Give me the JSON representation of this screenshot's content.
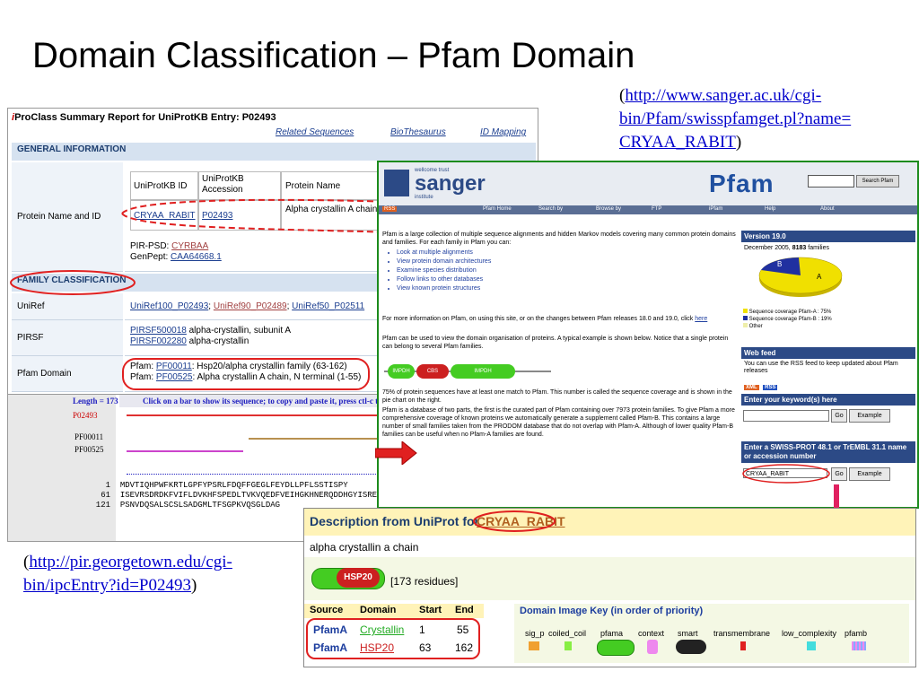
{
  "slide": {
    "title": "Domain Classification – Pfam Domain",
    "left_caption_url": "http://pir.georgetown.edu/cgi-bin/ipcEntry?id=P02493",
    "right_caption_url": "http://www.sanger.ac.uk/cgi-bin/Pfam/swisspfamget.pl?name=CRYAA_RABIT",
    "left_caption_line1": "http://pir.georgetown.edu/cgi-",
    "left_caption_line2": "bin/ipcEntry?id=P02493",
    "right_caption_line1": "http://www.sanger.ac.uk/cgi-",
    "right_caption_line2": "bin/Pfam/swisspfamget.pl?name=",
    "right_caption_line3": "CRYAA_RABIT",
    "paren_open": "(",
    "paren_close": ")"
  },
  "iproclass": {
    "title_i": "i",
    "title_rest": "ProClass Summary Report for UniProtKB Entry: P02493",
    "links": [
      "Related Sequences",
      "BioThesaurus",
      "ID Mapping"
    ],
    "general_info": "GENERAL INFORMATION",
    "protein_name_label": "Protein Name and ID",
    "col_uniprot_id": "UniProtKB ID",
    "col_accession": "UniProtKB Accession",
    "col_protein_name": "Protein Name",
    "uniprot_id": "CRYAA_RABIT",
    "accession": "P02493",
    "protein_name": "Alpha crystallin A chain chain, short form]",
    "pir_psd_label": "PIR-PSD:",
    "pir_psd": "CYRBAA",
    "genpept_label": "GenPept:",
    "genpept": "CAA64668.1",
    "family_classification": "FAMILY CLASSIFICATION",
    "uniref_label": "UniRef",
    "uniref_100": "UniRef100_P02493",
    "uniref_90": "UniRef90_P02489",
    "uniref_50": "UniRef50_P02511",
    "pirsf_label": "PIRSF",
    "pirsf1_id": "PIRSF500018",
    "pirsf1_desc": "alpha-crystallin, subunit A",
    "pirsf2_id": "PIRSF002280",
    "pirsf2_desc": "alpha-crystallin",
    "pfam_label": "Pfam Domain",
    "pfam1_prefix": "Pfam:",
    "pfam1_id": "PF00011",
    "pfam1_desc": ": Hsp20/alpha crystallin family (63-162)",
    "pfam2_prefix": "Pfam:",
    "pfam2_id": "PF00525",
    "pfam2_desc": ": Alpha crystallin A chain, N terminal (1-55)",
    "seq_length": "Length = 173",
    "seq_hint": "Click on a bar to show its sequence; to copy and paste it, press ctl-c then cl",
    "track_labels": [
      "P02493",
      "PF00011",
      "PF00525"
    ],
    "seq_rows": [
      {
        "pos": "1",
        "seq": "MDVTIQHPWFKRTLGPFYPSRLFDQFFGEGLFEYDLLPFLSSTISPY"
      },
      {
        "pos": "61",
        "seq": "ISEVRSDRDKFVIFLDVKHFSPEDLTVKVQEDFVEIHGKHNERQDDHGYISREFHRRYRL"
      },
      {
        "pos": "121",
        "seq": "PSNVDQSALSCSLSADGMLTFSGPKVQSGLDAG"
      }
    ]
  },
  "sanger": {
    "wellcome_trust": "wellcome trust",
    "logo": "sanger",
    "institute": "institute",
    "pfam_logo": "Pfam",
    "search_button": "Search Pfam",
    "nav": [
      "RSS",
      "Pfam Home",
      "Search by",
      "Browse by",
      "FTP",
      "iPfam",
      "Help",
      "About"
    ],
    "intro": "Pfam is a large collection of multiple sequence alignments and hidden Markov models covering many common protein domains and families. For each family in Pfam you can:",
    "bullets": [
      "Look at multiple alignments",
      "View protein domain architectures",
      "Examine species distribution",
      "Follow links to other databases",
      "View known protein structures"
    ],
    "more_info": "For more information on Pfam, on using this site, or on the changes between Pfam releases 18.0 and 19.0, click",
    "here": "here",
    "domain_org": "Pfam can be used to view the domain organisation of proteins. A typical example is shown below. Notice that a single protein can belong to several Pfam families.",
    "example_domains": [
      "IMPDH",
      "CBS",
      "IMPDH"
    ],
    "coverage_text": "75% of protein sequences have at least one match to Pfam. This number is called the sequence coverage and is shown in the pie chart on the right.",
    "db_text": "Pfam is a database of two parts, the first is the curated part of Pfam containing over 7973 protein families. To give Pfam a more comprehensive coverage of known proteins we automatically generate a supplement called Pfam-B. This contains a large number of small families taken from the PRODOM database that do not overlap with Pfam-A. Although of lower quality Pfam-B families can be useful when no Pfam-A families are found.",
    "version": "Version 19.0",
    "release": "December 2005,",
    "families_count": "8183",
    "families_word": "families",
    "pie_label_a": "A",
    "pie_label_b": "B",
    "legend": [
      {
        "text": "Sequence coverage Pfam-A : 75%",
        "color": "#f0e000"
      },
      {
        "text": "Sequence coverage Pfam-B : 19%",
        "color": "#2030a0"
      },
      {
        "text": "Other",
        "color": "#eeeeaa"
      }
    ],
    "webfeed_head": "Web feed",
    "webfeed_text": "You can use the RSS feed to keep updated about Pfam releases",
    "xml_badge": "XML",
    "rss_badge": "RSS",
    "keyword_head": "Enter your keyword(s) here",
    "go": "Go",
    "example": "Example",
    "accession_head": "Enter a SWISS-PROT 48.1 or TrEMBL 31.1 name or accession number",
    "accession_value": "CRYAA_RABIT"
  },
  "uniprot": {
    "desc_prefix": "Description from UniProt for",
    "desc_id": "CRYAA_RABIT",
    "chain": "alpha crystallin a chain",
    "domain_label": "HSP20",
    "residues": "[173 residues]",
    "table_headers": [
      "Source",
      "Domain",
      "Start",
      "End"
    ],
    "rows": [
      {
        "source": "PfamA",
        "domain": "Crystallin",
        "start": "1",
        "end": "55"
      },
      {
        "source": "PfamA",
        "domain": "HSP20",
        "start": "63",
        "end": "162"
      }
    ],
    "key_title": "Domain Image Key (in order of priority)",
    "key_items": [
      "sig_p",
      "coiled_coil",
      "pfama",
      "context",
      "smart",
      "transmembrane",
      "low_complexity",
      "pfamb"
    ]
  },
  "colors": {
    "accent_red": "#e02020",
    "pfam_green": "#1c8b1c",
    "domain_red": "#cc2020",
    "domain_green": "#44cc22",
    "uniprot_header": "#fff3b8"
  }
}
